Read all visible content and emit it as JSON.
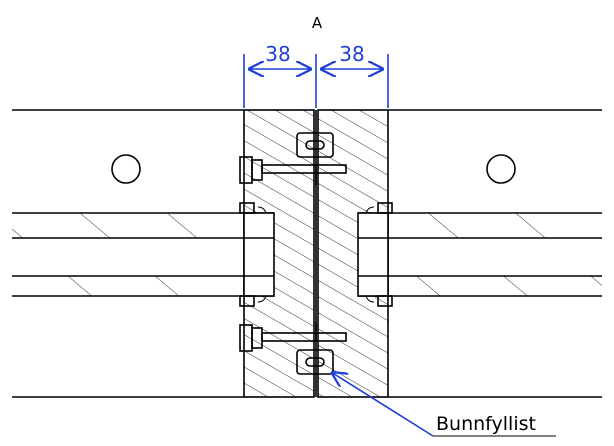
{
  "section_label": "A",
  "dimensions": [
    "38",
    "38"
  ],
  "callout": "Bunnfyllist",
  "colors": {
    "dimension": "#1f3fd6",
    "line": "#000000"
  }
}
